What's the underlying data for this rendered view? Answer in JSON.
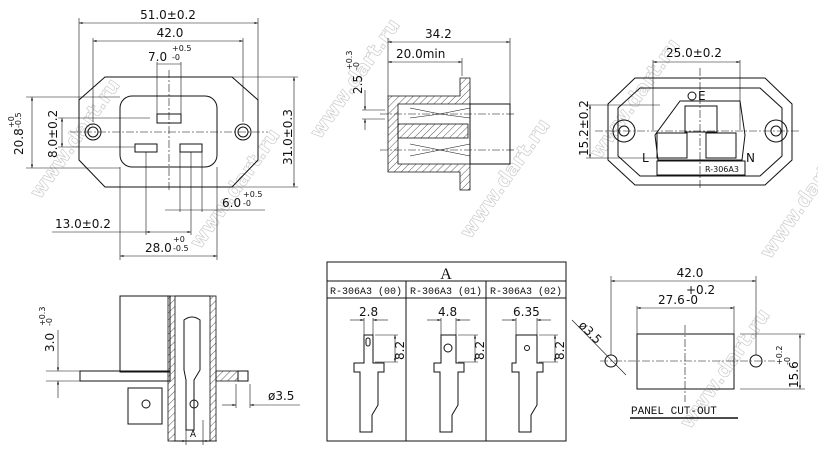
{
  "watermark": "www.dart.ru",
  "front_view": {
    "overall_width": "51.0±0.2",
    "mount_hole_spacing": "42.0",
    "top_slot_width": {
      "value": "7.0",
      "tol_plus": "+0.5",
      "tol_minus": "-0"
    },
    "inner_height": {
      "value": "20.8",
      "tol_plus": "+0",
      "tol_minus": "-0.5"
    },
    "slot_spacing_vertical": "8.0±0.2",
    "overall_height": "31.0±0.3",
    "slot_width": {
      "value": "6.0",
      "tol_plus": "+0.5",
      "tol_minus": "-0"
    },
    "pin_spacing": "13.0±0.2",
    "inner_width": {
      "value": "28.0",
      "tol_plus": "+0",
      "tol_minus": "-0.5"
    }
  },
  "side_section": {
    "overall_depth": "34.2",
    "min_depth": "20.0min",
    "flange_thickness": {
      "value": "2.5",
      "tol_plus": "+0.3",
      "tol_minus": "-0"
    }
  },
  "rear_view": {
    "hole_spacing": "25.0±0.2",
    "height": "15.2±0.2",
    "earth_label": "E",
    "line_label": "L",
    "neutral_label": "N",
    "model_label": "R-306A3"
  },
  "bottom_view": {
    "plate_thickness": {
      "value": "3.0",
      "tol_plus": "+0.3",
      "tol_minus": "-0"
    },
    "hole_diameter": "ø3.5",
    "detail_label": "A"
  },
  "terminal_table": {
    "title": "A",
    "columns": [
      {
        "model": "R-306A3 (00)",
        "width": "2.8",
        "length": "8.2"
      },
      {
        "model": "R-306A3 (01)",
        "width": "4.8",
        "length": "8.2"
      },
      {
        "model": "R-306A3 (02)",
        "width": "6.35",
        "length": "8.2"
      }
    ]
  },
  "panel_cutout": {
    "hole_spacing": "42.0",
    "cutout_width": {
      "value": "27.6",
      "tol_plus": "+0.2",
      "tol_minus": "-0"
    },
    "cutout_height": {
      "value": "15.6",
      "tol_plus": "+0.2",
      "tol_minus": "-0"
    },
    "hole_diameter": "ø3.5",
    "caption": "PANEL CUT-OUT"
  }
}
